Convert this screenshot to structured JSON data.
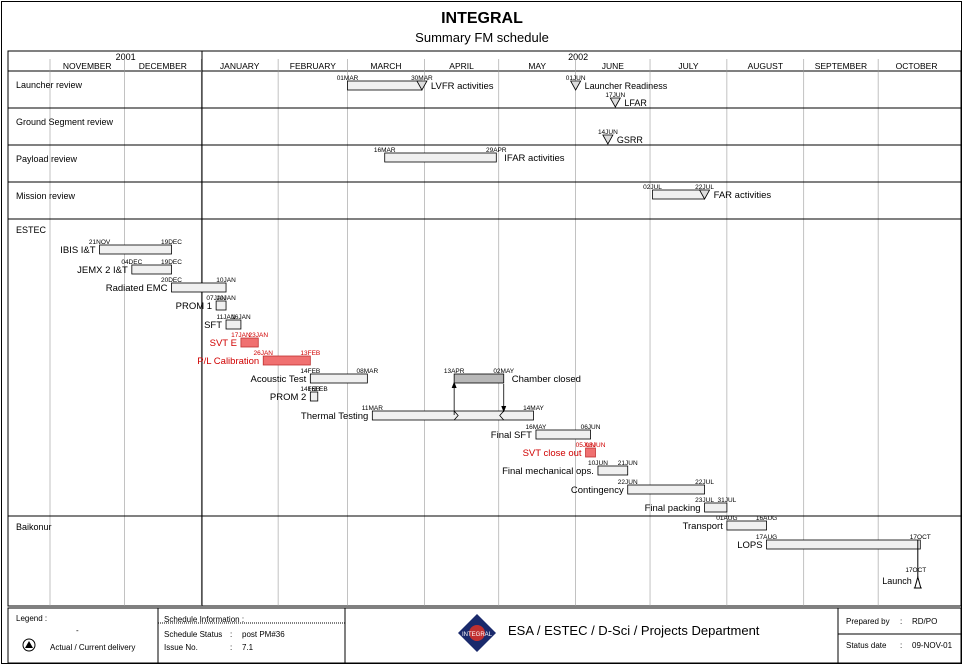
{
  "title": "INTEGRAL",
  "subtitle": "Summary FM schedule",
  "years": [
    {
      "label": "2001",
      "start": "2001-11-01",
      "end": "2001-12-31"
    },
    {
      "label": "2002",
      "start": "2002-01-01",
      "end": "2002-10-31"
    }
  ],
  "months": [
    {
      "label": "NOVEMBER",
      "start": "2001-11-01"
    },
    {
      "label": "DECEMBER",
      "start": "2001-12-01"
    },
    {
      "label": "JANUARY",
      "start": "2002-01-01"
    },
    {
      "label": "FEBRUARY",
      "start": "2002-02-01"
    },
    {
      "label": "MARCH",
      "start": "2002-03-01"
    },
    {
      "label": "APRIL",
      "start": "2002-04-01"
    },
    {
      "label": "MAY",
      "start": "2002-05-01"
    },
    {
      "label": "JUNE",
      "start": "2002-06-01"
    },
    {
      "label": "JULY",
      "start": "2002-07-01"
    },
    {
      "label": "AUGUST",
      "start": "2002-08-01"
    },
    {
      "label": "SEPTEMBER",
      "start": "2002-09-01"
    },
    {
      "label": "OCTOBER",
      "start": "2002-10-01"
    }
  ],
  "sections": [
    {
      "label": "Launcher review"
    },
    {
      "label": "Ground Segment review"
    },
    {
      "label": "Payload review"
    },
    {
      "label": "Mission review"
    },
    {
      "label": "ESTEC"
    },
    {
      "label": "Baikonur"
    }
  ],
  "chart_data": {
    "type": "gantt",
    "tasks": [
      {
        "section": "Launcher review",
        "name": "LVFR activities",
        "start": "2002-03-01",
        "end": "2002-03-30",
        "start_label": "01MAR",
        "end_label": "30MAR",
        "end_marker": "triangle"
      },
      {
        "section": "Launcher review",
        "name": "Launcher Readiness",
        "milestone": "2002-06-01",
        "label": "01JUN"
      },
      {
        "section": "Launcher review",
        "name": "LFAR",
        "milestone": "2002-06-17",
        "label": "17JUN"
      },
      {
        "section": "Ground Segment review",
        "name": "GSRR",
        "milestone": "2002-06-14",
        "label": "14JUN"
      },
      {
        "section": "Payload review",
        "name": "IFAR activities",
        "start": "2002-03-16",
        "end": "2002-04-29",
        "start_label": "16MAR",
        "end_label": "29APR"
      },
      {
        "section": "Mission review",
        "name": "FAR activities",
        "start": "2002-07-02",
        "end": "2002-07-22",
        "start_label": "02JUL",
        "end_label": "22JUL",
        "end_marker": "triangle"
      },
      {
        "section": "ESTEC",
        "name": "IBIS I&T",
        "start": "2001-11-21",
        "end": "2001-12-19",
        "start_label": "21NOV",
        "end_label": "19DEC"
      },
      {
        "section": "ESTEC",
        "name": "JEMX 2 I&T",
        "start": "2001-12-04",
        "end": "2001-12-19",
        "start_label": "04DEC",
        "end_label": "19DEC"
      },
      {
        "section": "ESTEC",
        "name": "Radiated EMC",
        "start": "2001-12-20",
        "end": "2002-01-10",
        "start_label": "20DEC",
        "end_label": "10JAN"
      },
      {
        "section": "ESTEC",
        "name": "PROM 1",
        "start": "2002-01-07",
        "end": "2002-01-10",
        "start_label": "07JAN",
        "end_label": "10JAN"
      },
      {
        "section": "ESTEC",
        "name": "SFT",
        "start": "2002-01-11",
        "end": "2002-01-16",
        "start_label": "11JAN",
        "end_label": "16JAN"
      },
      {
        "section": "ESTEC",
        "name": "SVT E",
        "start": "2002-01-17",
        "end": "2002-01-23",
        "start_label": "17JAN",
        "end_label": "23JAN",
        "highlight": true
      },
      {
        "section": "ESTEC",
        "name": "P/L Calibration",
        "start": "2002-01-26",
        "end": "2002-02-13",
        "start_label": "26JAN",
        "end_label": "13FEB",
        "highlight": true
      },
      {
        "section": "ESTEC",
        "name": "Acoustic Test",
        "start": "2002-02-14",
        "end": "2002-03-08",
        "start_label": "14FEB",
        "end_label": "08MAR"
      },
      {
        "section": "ESTEC",
        "name": "PROM 2",
        "start": "2002-02-14",
        "end": "2002-02-16",
        "start_label": "14FEB",
        "end_label": "16FEB"
      },
      {
        "section": "ESTEC",
        "name": "Chamber closed",
        "start": "2002-04-13",
        "end": "2002-05-02",
        "start_label": "13APR",
        "end_label": "02MAY",
        "grey": true
      },
      {
        "section": "ESTEC",
        "name": "Thermal Testing",
        "start": "2002-03-11",
        "end": "2002-05-14",
        "start_label": "11MAR",
        "end_label": "14MAY"
      },
      {
        "section": "ESTEC",
        "name": "Final SFT",
        "start": "2002-05-16",
        "end": "2002-06-06",
        "start_label": "16MAY",
        "end_label": "06JUN"
      },
      {
        "section": "ESTEC",
        "name": "SVT close out",
        "start": "2002-06-05",
        "end": "2002-06-08",
        "start_label": "05JUN",
        "end_label": "08JUN",
        "highlight": true
      },
      {
        "section": "ESTEC",
        "name": "Final mechanical ops.",
        "start": "2002-06-10",
        "end": "2002-06-21",
        "start_label": "10JUN",
        "end_label": "21JUN"
      },
      {
        "section": "ESTEC",
        "name": "Contingency",
        "start": "2002-06-22",
        "end": "2002-07-22",
        "start_label": "22JUN",
        "end_label": "22JUL"
      },
      {
        "section": "ESTEC",
        "name": "Final packing",
        "start": "2002-07-23",
        "end": "2002-07-31",
        "start_label": "23JUL",
        "end_label": "31JUL"
      },
      {
        "section": "Baikonur",
        "name": "Transport",
        "start": "2002-08-01",
        "end": "2002-08-16",
        "start_label": "01AUG",
        "end_label": "16AUG"
      },
      {
        "section": "Baikonur",
        "name": "LOPS",
        "start": "2002-08-17",
        "end": "2002-10-17",
        "start_label": "17AUG",
        "end_label": "17OCT"
      },
      {
        "section": "Baikonur",
        "name": "Launch",
        "milestone": "2002-10-17",
        "label": "17OCT",
        "marker": "launch"
      }
    ]
  },
  "footer": {
    "legend_label": "Legend :",
    "legend_dash": "-",
    "legend_item": "Actual / Current delivery",
    "sched_info": "Schedule Information :",
    "status_label": "Schedule Status",
    "status_colon": ":",
    "status_value": "post PM#36",
    "issue_label": "Issue No.",
    "issue_colon": ":",
    "issue_value": "7.1",
    "department": "ESA / ESTEC / D-Sci / Projects Department",
    "prepared_label": "Prepared by",
    "prepared_colon": ":",
    "prepared_value": "RD/PO",
    "date_label": "Status date",
    "date_colon": ":",
    "date_value": "09-NOV-01",
    "logo_text": "INTEGRAL"
  },
  "colors": {
    "highlight_fill": "#f07070",
    "highlight_text": "#d00000",
    "grey_fill": "#b8b8b8",
    "bar_fill": "#f0f0f0"
  }
}
